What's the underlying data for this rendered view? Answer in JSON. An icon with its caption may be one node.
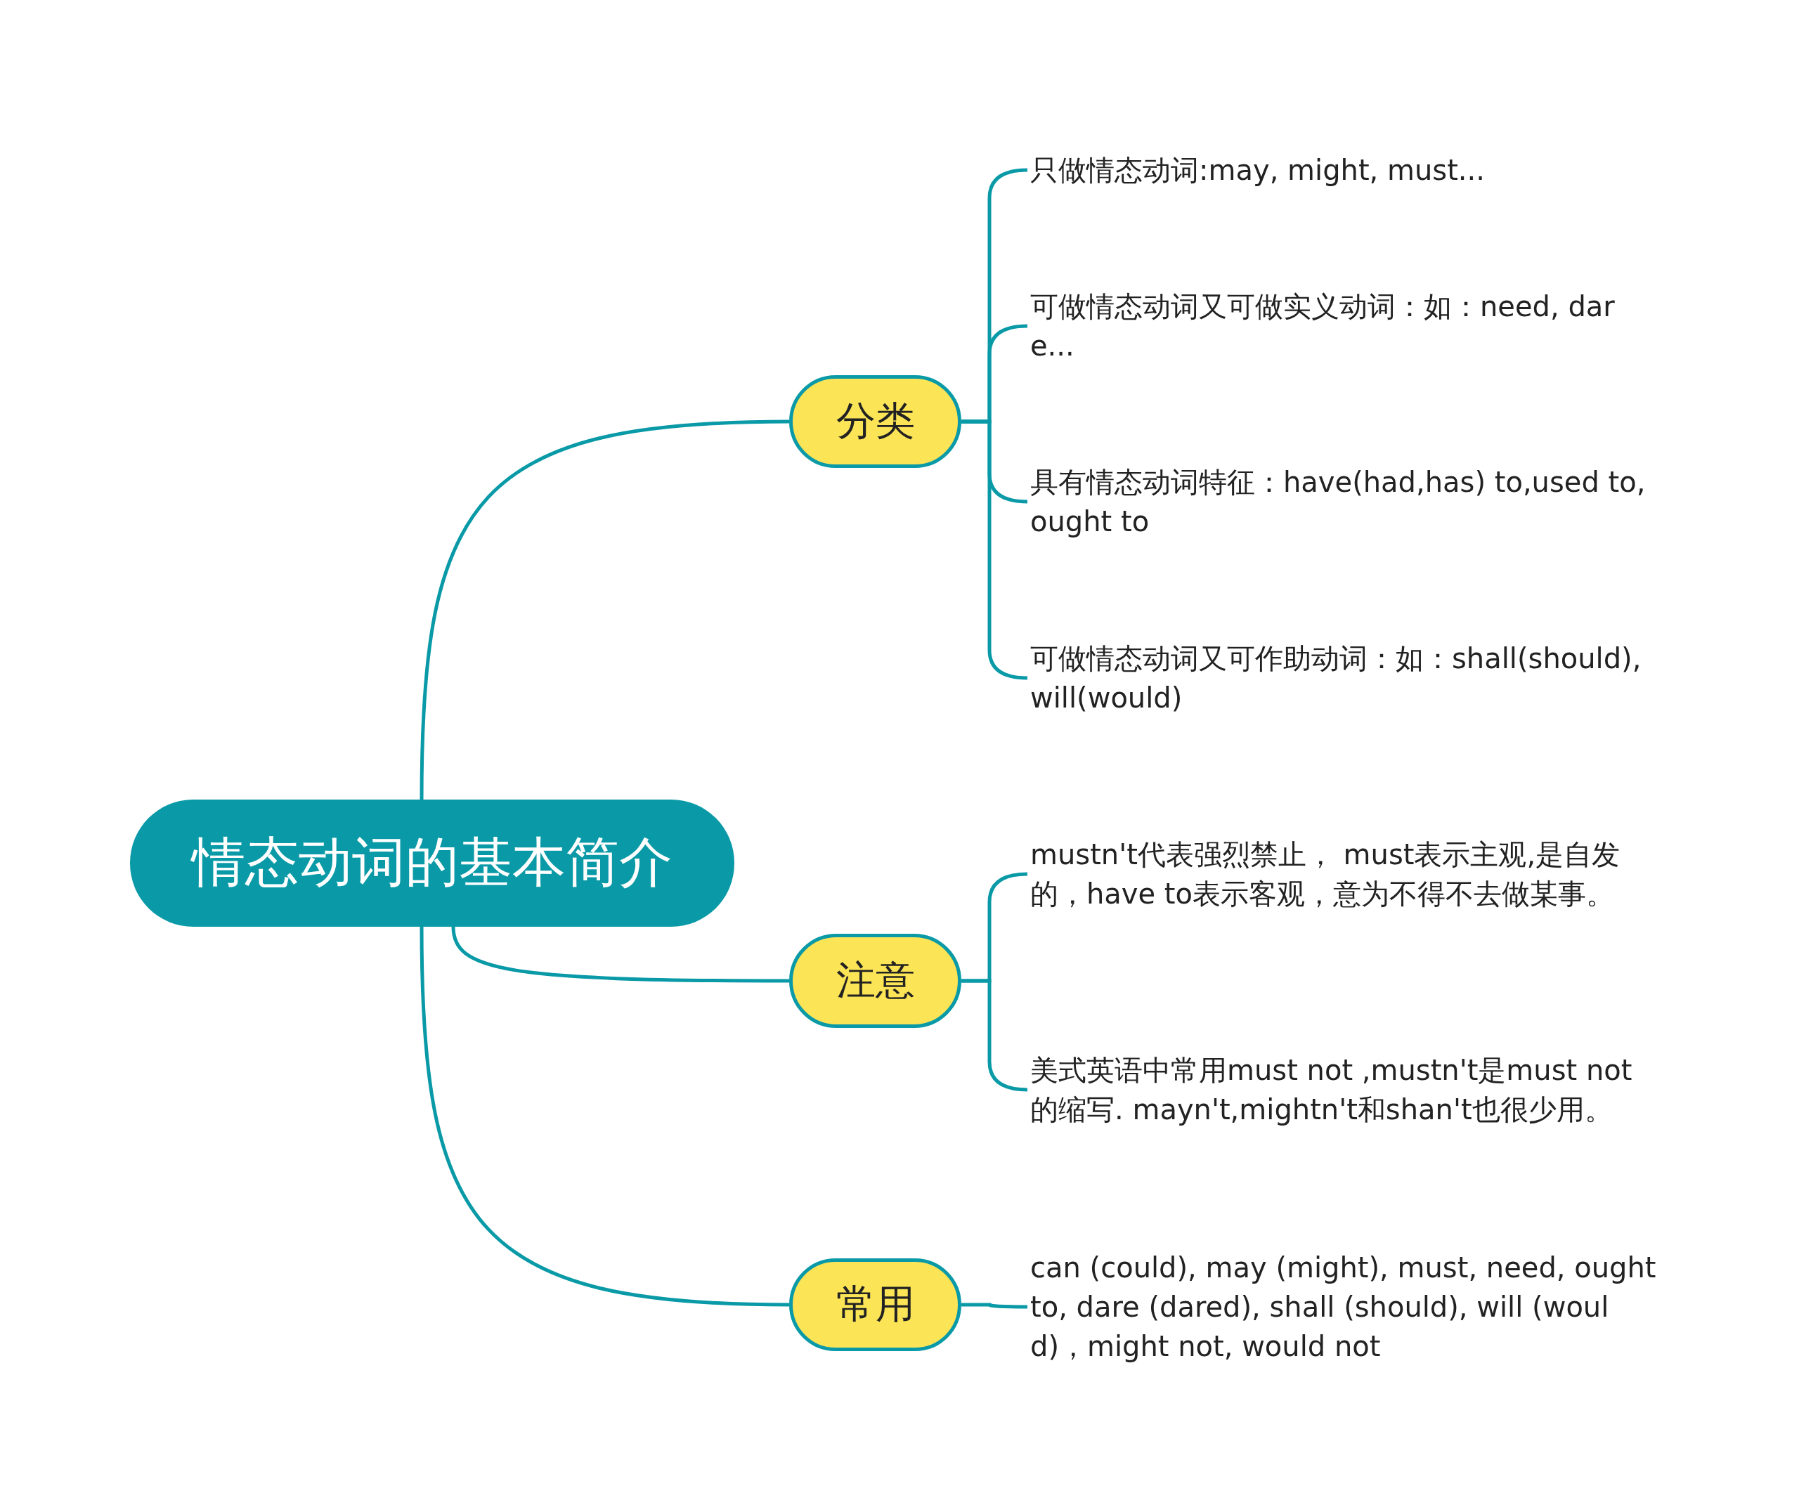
{
  "diagram": {
    "nodes": [
      {
        "text": [
          "情态动词的基本简介"
        ]
      },
      {
        "text": [
          "分类"
        ]
      },
      {
        "text": [
          "只做情态动词:may, might, must..."
        ]
      },
      {
        "text": [
          "可做情态动词又可做实义动词：如：need, dare..."
        ]
      },
      {
        "text": [
          "具有情态动词特征：have(had,has) to,used to, ought to"
        ]
      },
      {
        "text": [
          "可做情态动词又可作助动词：如：shall(should),will(would)"
        ]
      },
      {
        "text": [
          "注意"
        ]
      },
      {
        "text": [
          "mustn't代表强烈禁止， must表示主观,是自发的，have to表示客观，意为不得不去做某事。"
        ]
      },
      {
        "text": [
          "美式英语中常用must not ,mustn't是must not的缩写. mayn't,mightn't和shan't也很少用。"
        ]
      },
      {
        "text": [
          "常用"
        ]
      },
      {
        "text": [
          "can (could), may (might), must, need, ought to, dare (dared), shall (should), will (would)，might not, would not"
        ]
      }
    ],
    "edges": [
      {
        "from": 0,
        "to": 1,
        "arrow": "none"
      },
      {
        "from": 1,
        "to": 2,
        "arrow": "none"
      },
      {
        "from": 1,
        "to": 3,
        "arrow": "none"
      },
      {
        "from": 1,
        "to": 4,
        "arrow": "none"
      },
      {
        "from": 1,
        "to": 5,
        "arrow": "none"
      },
      {
        "from": 0,
        "to": 6,
        "arrow": "none"
      },
      {
        "from": 6,
        "to": 7,
        "arrow": "none"
      },
      {
        "from": 6,
        "to": 8,
        "arrow": "none"
      },
      {
        "from": 0,
        "to": 9,
        "arrow": "none"
      },
      {
        "from": 9,
        "to": 10,
        "arrow": "none"
      }
    ]
  }
}
